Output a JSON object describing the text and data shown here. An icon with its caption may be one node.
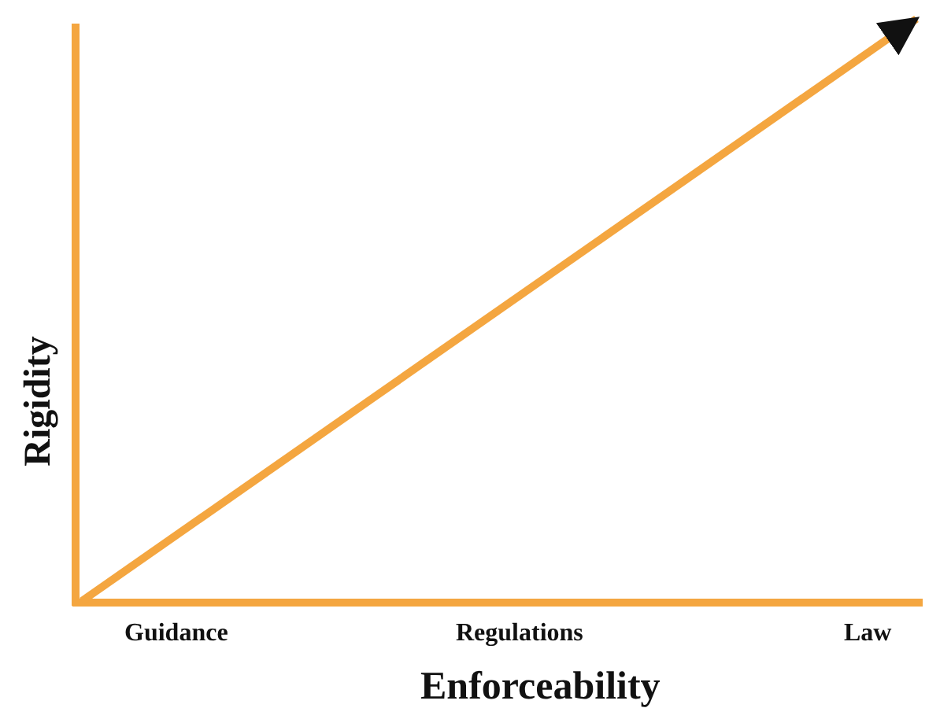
{
  "diagram": {
    "labels": [
      "Rigidity",
      "Guidance",
      "Regulations",
      "Law",
      "Enforceability"
    ]
  }
}
